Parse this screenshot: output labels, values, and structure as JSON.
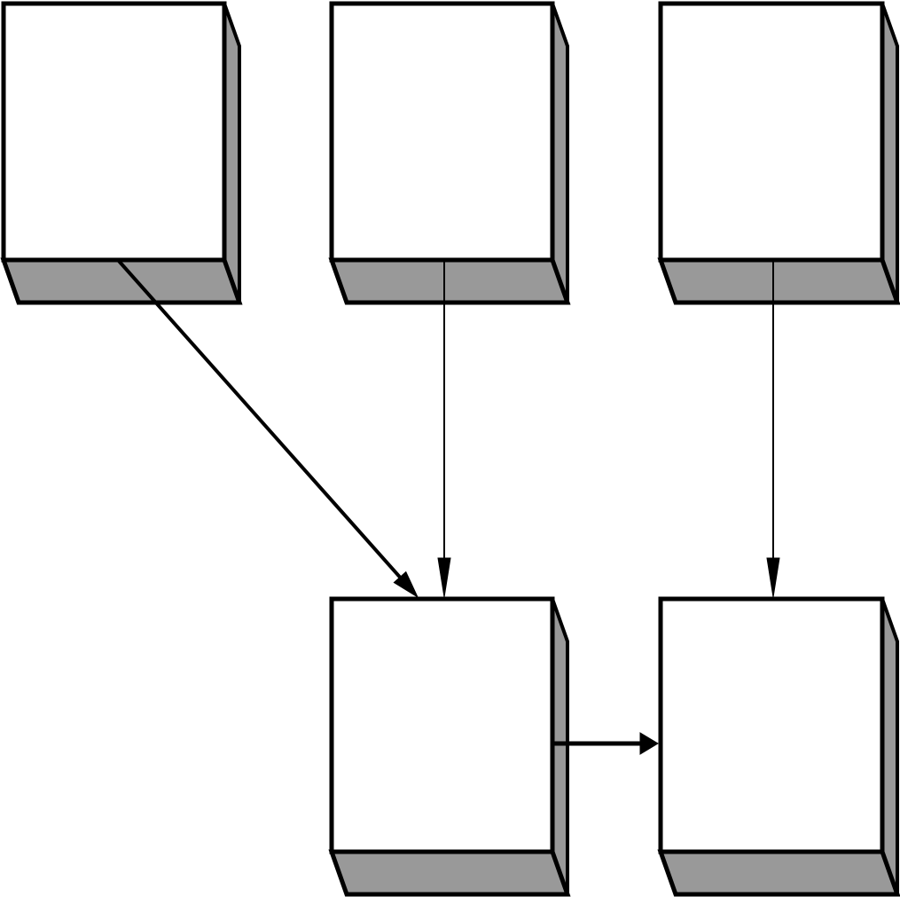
{
  "colors": {
    "background": "#ffffff",
    "face_front": "#ffffff",
    "face_shaded": "#999999",
    "outline": "#000000"
  },
  "nodes": [
    {
      "id": "box-top-left",
      "label": ""
    },
    {
      "id": "box-top-middle",
      "label": ""
    },
    {
      "id": "box-top-right",
      "label": ""
    },
    {
      "id": "box-bottom-middle",
      "label": ""
    },
    {
      "id": "box-bottom-right",
      "label": ""
    }
  ],
  "edges": [
    {
      "from": "box-top-left",
      "to": "box-bottom-middle",
      "style": "thick"
    },
    {
      "from": "box-top-middle",
      "to": "box-bottom-middle",
      "style": "thin"
    },
    {
      "from": "box-top-right",
      "to": "box-bottom-right",
      "style": "thin"
    },
    {
      "from": "box-bottom-middle",
      "to": "box-bottom-right",
      "style": "thick"
    }
  ]
}
